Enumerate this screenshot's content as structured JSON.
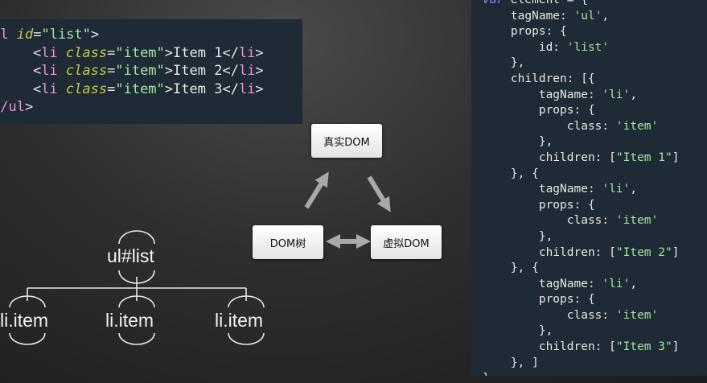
{
  "html_code": {
    "open_tag": "ul",
    "id_attr": "id",
    "id_value": "\"list\"",
    "li_tag": "li",
    "class_attr": "class",
    "class_value": "\"item\"",
    "items": [
      "Item 1",
      "Item 2",
      "Item 3"
    ],
    "close_tag": "/ul"
  },
  "js_code": [
    {
      "kw": "var",
      "text": " element = {"
    },
    {
      "text": "    tagName: 'ul',"
    },
    {
      "text": "    props: {"
    },
    {
      "text": "        id: 'list'"
    },
    {
      "text": "    },"
    },
    {
      "text": "    children: [{"
    },
    {
      "text": "        tagName: 'li',"
    },
    {
      "text": "        props: {"
    },
    {
      "text": "            class: 'item'"
    },
    {
      "text": "        },"
    },
    {
      "text": "        children: [\"Item 1\"]"
    },
    {
      "text": "    }, {"
    },
    {
      "text": "        tagName: 'li',"
    },
    {
      "text": "        props: {"
    },
    {
      "text": "            class: 'item'"
    },
    {
      "text": "        },"
    },
    {
      "text": "        children: [\"Item 2\"]"
    },
    {
      "text": "    }, {"
    },
    {
      "text": "        tagName: 'li',"
    },
    {
      "text": "        props: {"
    },
    {
      "text": "            class: 'item'"
    },
    {
      "text": "        },"
    },
    {
      "text": "        children: [\"Item 3\"]"
    },
    {
      "text": "    }, ]"
    },
    {
      "text": "}"
    }
  ],
  "cycle_diagram": {
    "real_dom": "真实DOM",
    "dom_tree": "DOM树",
    "virtual_dom": "虚拟DOM"
  },
  "tree": {
    "root": "ul#list",
    "children": [
      "li.item",
      "li.item",
      "li.item"
    ]
  }
}
